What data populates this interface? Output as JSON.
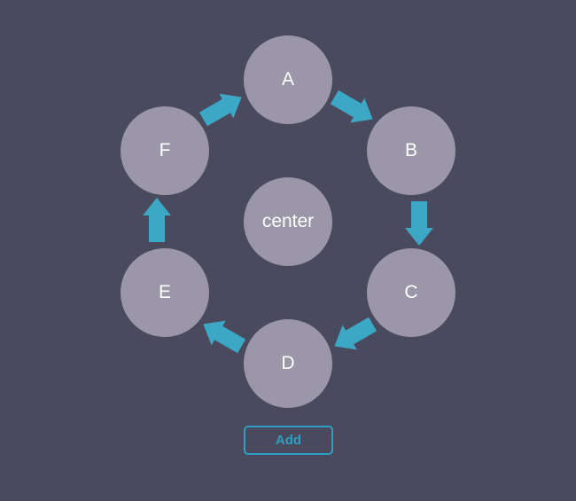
{
  "diagram": {
    "center_node": {
      "id": "center",
      "label": "center"
    },
    "ring_nodes": [
      {
        "id": "A",
        "label": "A"
      },
      {
        "id": "B",
        "label": "B"
      },
      {
        "id": "C",
        "label": "C"
      },
      {
        "id": "D",
        "label": "D"
      },
      {
        "id": "E",
        "label": "E"
      },
      {
        "id": "F",
        "label": "F"
      }
    ],
    "arrows": [
      {
        "from": "F",
        "to": "A"
      },
      {
        "from": "A",
        "to": "B"
      },
      {
        "from": "B",
        "to": "C"
      },
      {
        "from": "C",
        "to": "D"
      },
      {
        "from": "D",
        "to": "E"
      },
      {
        "from": "E",
        "to": "F"
      }
    ],
    "flow_direction": "clockwise"
  },
  "button": {
    "label": "Add"
  },
  "colors": {
    "background": "#4a4a5e",
    "node_fill": "#9b97a8",
    "node_text": "#ffffff",
    "arrow": "#3da8c5",
    "button_accent": "#2f9fc4"
  }
}
